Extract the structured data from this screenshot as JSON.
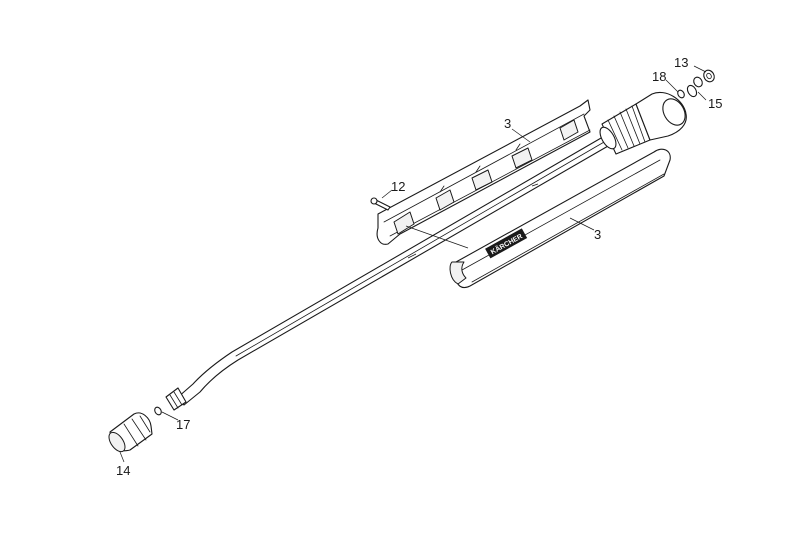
{
  "callouts": {
    "c3_top": "3",
    "c3_bottom": "3",
    "c12": "12",
    "c13": "13",
    "c14": "14",
    "c15": "15",
    "c17": "17",
    "c18": "18"
  },
  "brand_mark": "KÄRCHER"
}
